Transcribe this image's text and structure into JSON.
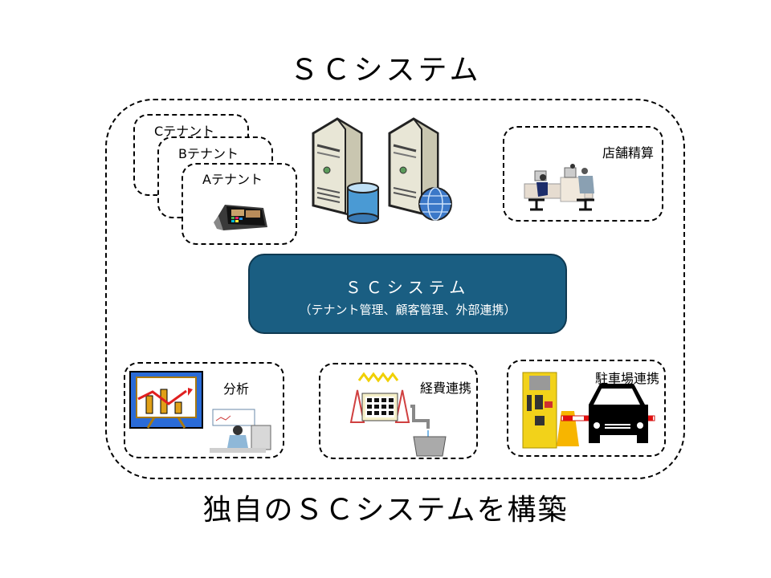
{
  "title": "ＳＣシステム",
  "footer": "独自のＳＣシステムを構築",
  "tenants": [
    {
      "label": "Cテナント"
    },
    {
      "label": "Bテナント"
    },
    {
      "label": "Aテナント"
    }
  ],
  "core": {
    "title": "ＳＣシステム",
    "subtitle": "（テナント管理、顧客管理、外部連携）",
    "color": "#1a5e82"
  },
  "modules": {
    "store_settlement": "店舗精算",
    "analysis": "分析",
    "expense_link": "経費連携",
    "parking_link": "駐車場連携"
  },
  "icons": {
    "pos_terminal": "pos-terminal-icon",
    "db_server": "database-server-icon",
    "web_server": "web-server-icon",
    "office_workers": "office-workers-icon",
    "analysis_chart": "analysis-chart-icon",
    "utilities": "utilities-icon",
    "parking": "parking-gate-icon"
  }
}
